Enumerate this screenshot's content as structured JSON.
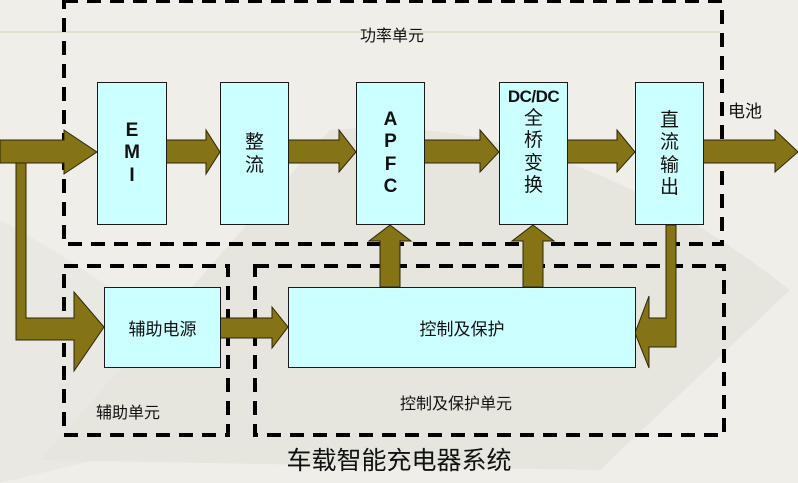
{
  "diagram": {
    "title": "车载智能充电器系统",
    "groups": {
      "power_unit": {
        "label": "功率单元"
      },
      "aux_unit": {
        "label": "辅助单元"
      },
      "control_unit": {
        "label": "控制及保护单元"
      }
    },
    "blocks": {
      "emi": {
        "lines": [
          "E",
          "M",
          "I"
        ]
      },
      "rectifier": {
        "lines": [
          "整",
          "流"
        ]
      },
      "apfc": {
        "lines": [
          "A",
          "P",
          "F",
          "C"
        ]
      },
      "dcdc": {
        "header": "DC/DC",
        "lines": [
          "全",
          "桥",
          "变",
          "换"
        ]
      },
      "dc_output": {
        "lines": [
          "直",
          "流",
          "输",
          "出"
        ]
      },
      "aux_power": {
        "label": "辅助电源"
      },
      "control": {
        "label": "控制及保护"
      }
    },
    "output_label": "电池",
    "connections": [
      {
        "from": "input",
        "to": "emi"
      },
      {
        "from": "input",
        "to": "aux_power"
      },
      {
        "from": "emi",
        "to": "rectifier"
      },
      {
        "from": "rectifier",
        "to": "apfc"
      },
      {
        "from": "apfc",
        "to": "dcdc"
      },
      {
        "from": "dcdc",
        "to": "dc_output"
      },
      {
        "from": "dc_output",
        "to": "battery"
      },
      {
        "from": "aux_power",
        "to": "control"
      },
      {
        "from": "control",
        "to": "apfc"
      },
      {
        "from": "control",
        "to": "dcdc"
      },
      {
        "from": "dc_output",
        "to": "control"
      }
    ],
    "colors": {
      "arrow_fill": "#857415",
      "block_fill": "#ccffff",
      "dash": "#000000"
    }
  }
}
